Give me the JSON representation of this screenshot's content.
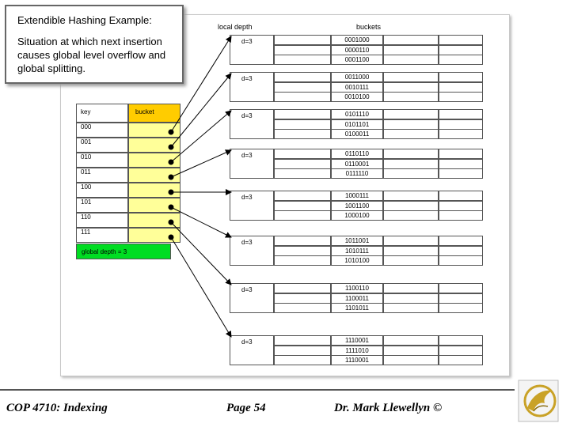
{
  "title": {
    "heading": "Extendible Hashing Example:",
    "description": "Situation at which next insertion causes global level overflow and global splitting."
  },
  "headers": {
    "local_depth": "local depth",
    "buckets": "buckets",
    "key": "key",
    "bucket": "bucket"
  },
  "directory": [
    "000",
    "001",
    "010",
    "011",
    "100",
    "101",
    "110",
    "111"
  ],
  "global_depth": "global depth = 3",
  "buckets": [
    {
      "ld": "d=3",
      "values": [
        "0001000",
        "0000110",
        "0001100"
      ]
    },
    {
      "ld": "d=3",
      "values": [
        "0011000",
        "0010111",
        "0010100"
      ]
    },
    {
      "ld": "d=3",
      "values": [
        "0101110",
        "0101101",
        "0100011"
      ]
    },
    {
      "ld": "d=3",
      "values": [
        "0110110",
        "0110001",
        "0111110"
      ]
    },
    {
      "ld": "d=3",
      "values": [
        "1000111",
        "1001100",
        "1000100"
      ]
    },
    {
      "ld": "d=3",
      "values": [
        "1011001",
        "1010111",
        "1010100"
      ]
    },
    {
      "ld": "d=3",
      "values": [
        "1100110",
        "1100011",
        "1101011"
      ]
    },
    {
      "ld": "d=3",
      "values": [
        "1110001",
        "1111010",
        "1110001"
      ]
    }
  ],
  "footer": {
    "course": "COP 4710: Indexing",
    "page": "Page 54",
    "author": "Dr. Mark Llewellyn ©"
  },
  "colors": {
    "pointer_cell": "#ffff99",
    "bucket_header": "#ffcc00",
    "global_depth_bg": "#00dd22"
  },
  "logo_icon": "ucf-pegasus-logo"
}
